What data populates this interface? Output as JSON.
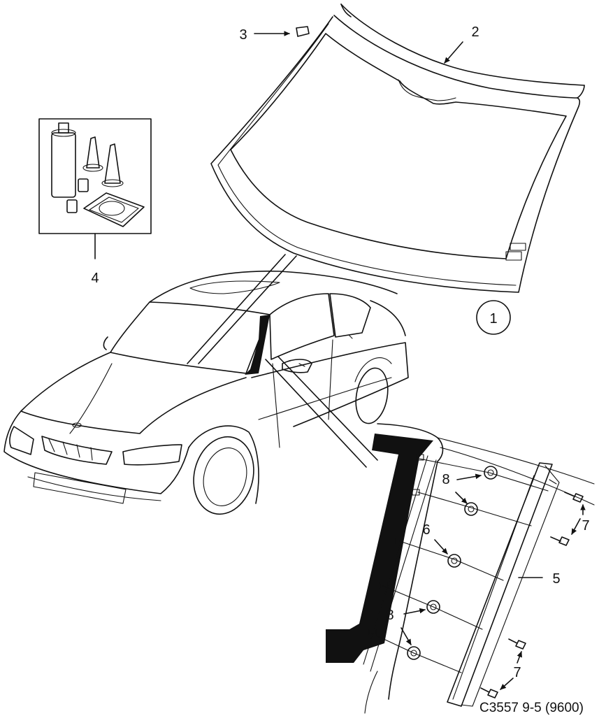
{
  "diagram": {
    "caption": "C3557 9-5 (9600)",
    "callouts": [
      {
        "id": "c1",
        "text": "1"
      },
      {
        "id": "c2",
        "text": "2"
      },
      {
        "id": "c3",
        "text": "3"
      },
      {
        "id": "c4",
        "text": "4"
      },
      {
        "id": "c5",
        "text": "5"
      },
      {
        "id": "c6",
        "text": "6"
      },
      {
        "id": "c7a",
        "text": "7"
      },
      {
        "id": "c7b",
        "text": "7"
      },
      {
        "id": "c8a",
        "text": "8"
      },
      {
        "id": "c8b",
        "text": "8"
      }
    ]
  }
}
